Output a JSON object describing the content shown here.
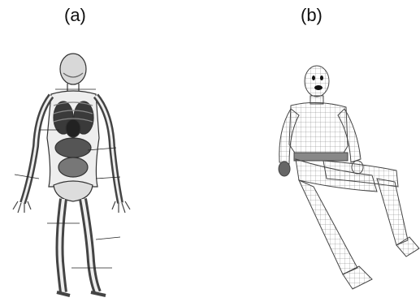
{
  "panels": [
    {
      "label": "(a)",
      "subject": "anatomical-skeleton-figure"
    },
    {
      "label": "(b)",
      "subject": "seated-wireframe-human-model"
    }
  ],
  "colors": {
    "background": "#ffffff",
    "ink": "#222222",
    "organ_dark": "#3a3a3a",
    "wire": "#555555"
  }
}
